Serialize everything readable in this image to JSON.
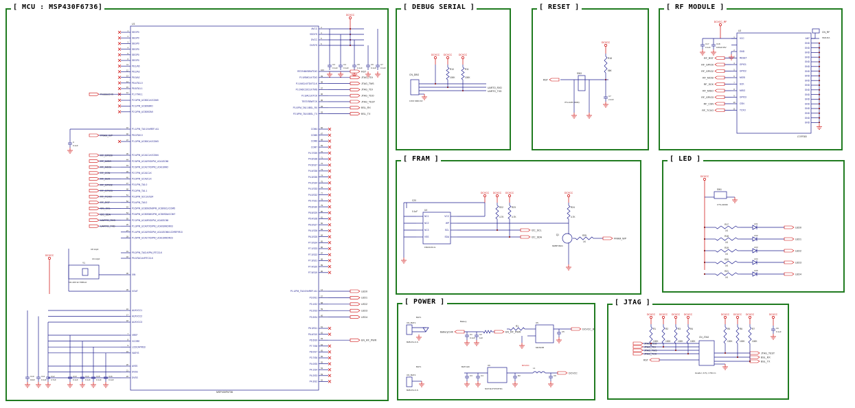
{
  "panels": {
    "mcu": "[ MCU : MSP430F6736]",
    "debug": "[ DEBUG SERIAL ]",
    "reset": "[ RESET ]",
    "rf": "[ RF MODULE ]",
    "fram": "[ FRAM ]",
    "led": "[ LED ]",
    "power": "[ POWER ]",
    "jtag": "[ JTAG ]"
  },
  "mcu": {
    "ref": "U1",
    "part": "MSP430F6736",
    "rail": "DCVCC",
    "left_pins": [
      {
        "num": "1",
        "name": "SEGP0"
      },
      {
        "num": "2",
        "name": "SEGP0"
      },
      {
        "num": "3",
        "name": "SEGP0"
      },
      {
        "num": "4",
        "name": "SEGP0"
      },
      {
        "num": "5",
        "name": "SEGP0"
      },
      {
        "num": "6",
        "name": "SEGP0"
      },
      {
        "num": "11",
        "name": "P8.1/A5"
      },
      {
        "num": "12",
        "name": "P8.2/A3"
      },
      {
        "num": "13",
        "name": "P8.3/A2"
      },
      {
        "num": "14",
        "name": "P8.4/TA1.0"
      },
      {
        "num": "15",
        "name": "P8.5/TA1.1"
      },
      {
        "num": "41",
        "name": "P1.7/TA0.1"
      },
      {
        "num": "",
        "name": "P2.0/PM_UCB0CLK/COM0"
      },
      {
        "num": "",
        "name": "P2.1/PM_UCB0SIMO"
      },
      {
        "num": "",
        "name": "P2.2/PM_UCB0SOMI"
      },
      {
        "num": "10",
        "name": "P1.1/PM_TA0.1/VeREF-/A1"
      },
      {
        "num": "40",
        "name": "P8.0/TA0.0"
      },
      {
        "num": "37",
        "name": "P1.2/PM_UCB0CLK/COM3"
      },
      {
        "num": "35",
        "name": "P2.4/PM_UCA1CLK/COM4"
      },
      {
        "num": "44",
        "name": "P2.5/PM_UCA1RXD/PM_UCA1SOMI"
      },
      {
        "num": "43",
        "name": "P2.6/PM_UCA1TXD/PM_UCA1SIMO"
      },
      {
        "num": "45",
        "name": "P2.7/PM_UCA1CLK"
      },
      {
        "num": "46",
        "name": "P3.0/PM_UCA2CLK"
      },
      {
        "num": "47",
        "name": "P3.1/PM_TA1.0"
      },
      {
        "num": "48",
        "name": "P3.2/PM_TA1.1"
      },
      {
        "num": "51",
        "name": "P3.3/PM_SCCLK/S24"
      },
      {
        "num": "52",
        "name": "P3.4/PM_TA0.2"
      },
      {
        "num": "53",
        "name": "P3.5/PM_UCB0SOMI/PM_UCB0SCL/COM5"
      },
      {
        "num": "54",
        "name": "P3.6/PM_UCB0SIMO/PM_UCB0SDA/COM7"
      },
      {
        "num": "55",
        "name": "P2.2/PM_UCA0RXD/PM_UCA0SOMI"
      },
      {
        "num": "26",
        "name": "P1.3/PM_UCA0TXD/PM_UCA0SIMO/R03"
      },
      {
        "num": "27",
        "name": "P1.4/PM_UCA1RXD/PM_UCA1SOMI/LCDREF/R13"
      },
      {
        "num": "28",
        "name": "P1.5/PM_UCA1TXD/PM_UCA1SIMO/R23"
      },
      {
        "num": "31",
        "name": "P5.2/PM_TACLK/PM_RTCCLK"
      },
      {
        "num": "32",
        "name": "P5.3/TACLK/RTCCLK"
      },
      {
        "num": "36",
        "name": "XIN"
      },
      {
        "num": "35",
        "name": "XOUT"
      },
      {
        "num": "16",
        "name": "AUXVCC1"
      },
      {
        "num": "17",
        "name": "AUXVCC2"
      },
      {
        "num": "18",
        "name": "AUXVCC3"
      },
      {
        "num": "7",
        "name": "VREF"
      },
      {
        "num": "8",
        "name": "VCORE"
      },
      {
        "num": "9",
        "name": "LCDCAP/R33"
      },
      {
        "num": "19",
        "name": "VASYS"
      },
      {
        "num": "20",
        "name": "AVSS"
      },
      {
        "num": "21",
        "name": "DVSS"
      },
      {
        "num": "22",
        "name": "DVSS"
      }
    ],
    "right_pins": [
      {
        "num": "3",
        "name": "AVCC"
      },
      {
        "num": "4",
        "name": "VDDYS"
      },
      {
        "num": "5",
        "name": "DVCC"
      },
      {
        "num": "6",
        "name": "DVSYS"
      },
      {
        "num": "100",
        "name": "RST/NMI/SBWTDIO"
      },
      {
        "num": "99",
        "name": "PJ.0/SMCLK/TDO"
      },
      {
        "num": "98",
        "name": "PJ.1/MCLK/TDI/TCLK"
      },
      {
        "num": "97",
        "name": "PJ.2/ADC10CLK/TMS"
      },
      {
        "num": "96",
        "name": "PJ.3/ACLK/TCK"
      },
      {
        "num": "95",
        "name": "TEST/SBWTCK"
      },
      {
        "num": "94",
        "name": "P1.0/PM_TA0.1/BSL_RX"
      },
      {
        "num": "93",
        "name": "P2.0/PM_TA0.0/BSL_TX"
      },
      {
        "num": "66",
        "name": "COM4"
      },
      {
        "num": "67",
        "name": "COM5"
      },
      {
        "num": "68",
        "name": "COM6"
      },
      {
        "num": "69",
        "name": "COM7"
      },
      {
        "num": "70",
        "name": "P4.7/S39"
      },
      {
        "num": "71",
        "name": "P4.6/S38"
      },
      {
        "num": "72",
        "name": "P4.5/S37"
      },
      {
        "num": "73",
        "name": "P4.4/S36"
      },
      {
        "num": "74",
        "name": "P4.3/S35"
      },
      {
        "num": "75",
        "name": "P4.2/S34"
      },
      {
        "num": "76",
        "name": "P4.1/S33"
      },
      {
        "num": "77",
        "name": "P4.0/S32"
      },
      {
        "num": "78",
        "name": "P5.7/S31"
      },
      {
        "num": "79",
        "name": "P5.6/S30"
      },
      {
        "num": "80",
        "name": "P5.5/S29"
      },
      {
        "num": "81",
        "name": "P5.4/S28"
      },
      {
        "num": "82",
        "name": "P6.0/S27"
      },
      {
        "num": "83",
        "name": "P6.1/S26"
      },
      {
        "num": "84",
        "name": "P6.2/S25"
      },
      {
        "num": "85",
        "name": "P7.0/S24"
      },
      {
        "num": "86",
        "name": "P7.1/S23"
      },
      {
        "num": "87",
        "name": "P7.2/S22"
      },
      {
        "num": "88",
        "name": "P7.3/S21"
      },
      {
        "num": "89",
        "name": "P7.4/S20"
      },
      {
        "num": "90",
        "name": "P7.5/S19"
      },
      {
        "num": "14",
        "name": "P1.1/PM_TA0.0/VeREF-/A1"
      },
      {
        "num": "57",
        "name": "P3.0/S1"
      },
      {
        "num": "58",
        "name": "P3.1/S2"
      },
      {
        "num": "59",
        "name": "P3.2/S3"
      },
      {
        "num": "60",
        "name": "P3.3/S4"
      },
      {
        "num": "61",
        "name": "P6.3/S11"
      },
      {
        "num": "62",
        "name": "P6.4/S10"
      },
      {
        "num": "63",
        "name": "P6.5/S9"
      },
      {
        "num": "64",
        "name": "P7.7/S8"
      },
      {
        "num": "65",
        "name": "P8.0/S7"
      },
      {
        "num": "56",
        "name": "P3.7/S6"
      },
      {
        "num": "55",
        "name": "P4.0/S5"
      },
      {
        "num": "54",
        "name": "P4.1/S4"
      },
      {
        "num": "53",
        "name": "P4.2/S3"
      },
      {
        "num": "52",
        "name": "P4.3/S2"
      }
    ],
    "left_nets": [
      "RxdataCHK",
      "FRAM_WP",
      "RF_GPIO0",
      "RF_MISO",
      "RF_MOSI",
      "RF_CSN",
      "RF_SCK",
      "RF_GPIO2",
      "RF_GPIO3",
      "RF_TCXO",
      "RF_RST",
      "I2C_SCL",
      "I2C_SDA",
      "UARTO_RXD",
      "UARTO_TXD"
    ],
    "right_nets": [
      "RST",
      "JTAG_TDI",
      "JTAG_TMS",
      "JTAG_TDI",
      "JTAG_TDO",
      "JTAG_TEST",
      "BSL_RX",
      "BSL_TX",
      "LED0",
      "LED1",
      "LED2",
      "LED3",
      "LED4",
      "EN_RF_PWR"
    ],
    "crystal": {
      "ref": "Y1",
      "part": "MC-306 32.768KHz",
      "c1": "C8",
      "c1v": "12pF",
      "c2": "C9",
      "c2v": "12pF"
    },
    "bottom_caps": [
      "C10",
      "C11",
      "C12",
      "C13",
      "C14",
      "C15",
      "C16"
    ],
    "bottom_cap_vals": [
      "10uF",
      "0.1uF",
      "4.7uF",
      "0.1uF",
      "0.1uF",
      "0.1uF",
      "0.1uF"
    ]
  },
  "debug": {
    "rails": [
      "DCVCC",
      "DCVCC",
      "DCVCC"
    ],
    "resistors": [
      "R10",
      "R11"
    ],
    "res_vals": [
      "100K",
      "100K"
    ],
    "connector": "CN_DBG",
    "conn_part": "1X03 SMD-SX",
    "nets": [
      "UARTO_RXD",
      "UARTO_TXD"
    ]
  },
  "reset": {
    "rail": "DCVCC",
    "r": "R18",
    "rv": "56K",
    "sw": "SW3",
    "swpart": "ITS-1105 (SMD)",
    "net": "RST",
    "c": "C7",
    "cv": "2.2nF"
  },
  "rf": {
    "rail": "DCVCC_RF",
    "ant": "CN_RF",
    "antpart": "SMA RA",
    "module": "U3",
    "modpart": "LT-RF300",
    "cap1": "C17",
    "cap1v": "0.1uF",
    "cap2": "C18",
    "cap2v": "100uF/16V",
    "left_pins": [
      "VCC",
      "",
      "GND",
      "RESET",
      "GPIO1",
      "GPIO2",
      "MOSI",
      "SCK",
      "MISO",
      "GPIO3",
      "CSN",
      "TCXO"
    ],
    "right_pins": [
      "ANT",
      "GND",
      "GND",
      "GND",
      "GND",
      "GND",
      "GND",
      "GND",
      "GND",
      "GND",
      "GND",
      "GND",
      "GND",
      "GND",
      "GND",
      "GND",
      "GND",
      "GND",
      "GND"
    ],
    "nets": [
      "RF_RST",
      "RF_GPIO0",
      "RF_GPIO2",
      "RF_MOSI",
      "RF_SCK",
      "RF_MISO",
      "RF_GPIO3",
      "RF_CSN",
      "RF_TCXO"
    ],
    "pin_nums": [
      "1",
      "",
      "2",
      "3",
      "4",
      "5",
      "6",
      "7",
      "8",
      "9",
      "10",
      "11"
    ]
  },
  "fram": {
    "cap": "C20",
    "capv": "0.1uF",
    "chip": "U4",
    "chippart": "FM24V10-G",
    "rails": [
      "DCVCC",
      "DCVCC",
      "DCVCC",
      "DCVCC"
    ],
    "resistors": [
      "R22",
      "R23",
      "R24",
      "R25"
    ],
    "res_vals": [
      "4.7K",
      "4.7K",
      "4.7K",
      "1K"
    ],
    "left_pins": [
      "NC1",
      "NC2",
      "NC3",
      "VSS"
    ],
    "right_pins": [
      "VCC",
      "WP",
      "SCL",
      "SDA"
    ],
    "nets": [
      "I2C_SCL",
      "I2C_SDA",
      "FRAM_WP"
    ],
    "transistor": "Q1",
    "trpart": "MMBT3904"
  },
  "led": {
    "rail": "DCVCC",
    "sw": "SW1",
    "swpart": "CTS-2200D",
    "rows": [
      {
        "r": "R17",
        "rv": "1K",
        "d": "LD1",
        "net": "LED0"
      },
      {
        "r": "R18",
        "rv": "1K",
        "d": "LD2",
        "net": "LED1"
      },
      {
        "r": "R19",
        "rv": "1K",
        "d": "LD3",
        "net": "LED2"
      },
      {
        "r": "R20",
        "rv": "1K",
        "d": "LD4",
        "net": "LED3"
      },
      {
        "r": "R21",
        "rv": "1K",
        "d": "LD5",
        "net": "LED4"
      }
    ]
  },
  "power": {
    "parts": [
      "BAT1",
      "CN_BAT1",
      "BAT1",
      "CN_BAT2",
      "Battery",
      "BATCHK",
      "C1",
      "C2",
      "C3",
      "C4",
      "R1",
      "R2",
      "D1",
      "U5",
      "U6",
      "L1",
      "C5",
      "C6"
    ],
    "nets": [
      "BatteryCHK",
      "EN_RF_PWR",
      "DCVCC_RF",
      "DCVCC",
      "DCVCC"
    ],
    "ic1": "MIC5205",
    "ic2": "NCP1117ST33T3G",
    "conn1": "B2B-PH-K-S",
    "conn2": "B2B-PH-K-S"
  },
  "jtag": {
    "rails": [
      "DCVCC",
      "DCVCC",
      "DCVCC",
      "DCVCC",
      "DCVCC",
      "DCVCC",
      "DCVCC",
      "DCVCC",
      "DCVCC"
    ],
    "resistors": [
      "R1",
      "R2",
      "R3",
      "R4",
      "R5",
      "R6",
      "R7"
    ],
    "res_vals": [
      "100K",
      "100K",
      "100K",
      "100K",
      "100K",
      "100K",
      "100K"
    ],
    "connector": "CN_JTAG",
    "conn_part": "Header, 2x7p, 2.54mm",
    "left_nets": [
      "JTAG_TDO",
      "JTAG_TDI",
      "JTAG_TMS",
      "JTAG_TCK"
    ],
    "right_nets": [
      "JTAG_TEST",
      "BSL_RX",
      "BSL_TX"
    ],
    "rst": "RST",
    "cap": "C6",
    "capv": "0.1uF"
  }
}
